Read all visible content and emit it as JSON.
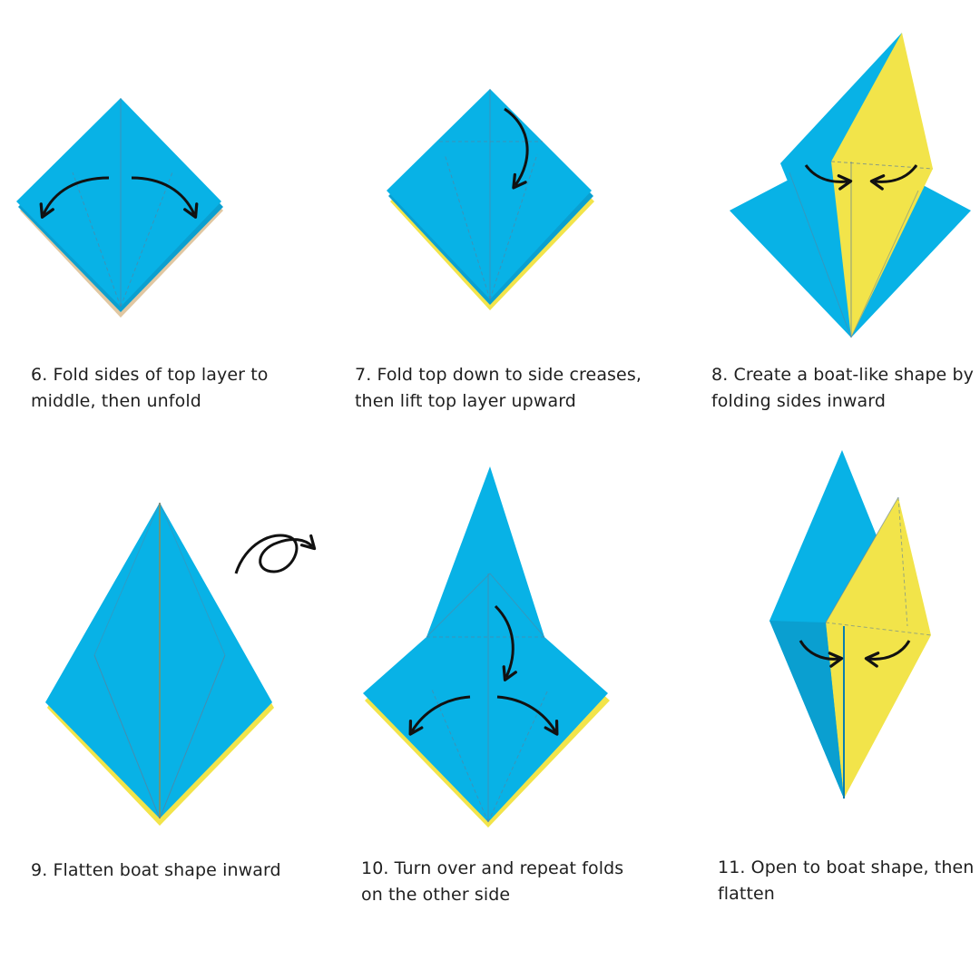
{
  "colors": {
    "blue": "#08b2e6",
    "blue_dark": "#0a9fd0",
    "yellow": "#f2e44a",
    "yellow_dark": "#e3cf35",
    "crease": "#5e7f9a",
    "arrow": "#111111",
    "text": "#1f1f1f"
  },
  "steps": [
    {
      "number": "6",
      "caption_lines": [
        "6. Fold sides of top layer to",
        "middle, then unfold"
      ]
    },
    {
      "number": "7",
      "caption_lines": [
        "7. Fold top down to side creases,",
        "then lift top layer upward"
      ]
    },
    {
      "number": "8",
      "caption_lines": [
        "8. Create a boat-like shape by",
        "folding sides inward"
      ]
    },
    {
      "number": "9",
      "caption_lines": [
        "9. Flatten boat shape inward"
      ]
    },
    {
      "number": "10",
      "caption_lines": [
        "10. Turn over and repeat folds",
        "on the other side"
      ]
    },
    {
      "number": "11",
      "caption_lines": [
        "11. Open to boat shape, then",
        "flatten"
      ]
    }
  ],
  "icons": {
    "fold_arrow": "curved-arrow-icon",
    "turn_over": "turn-over-icon"
  }
}
